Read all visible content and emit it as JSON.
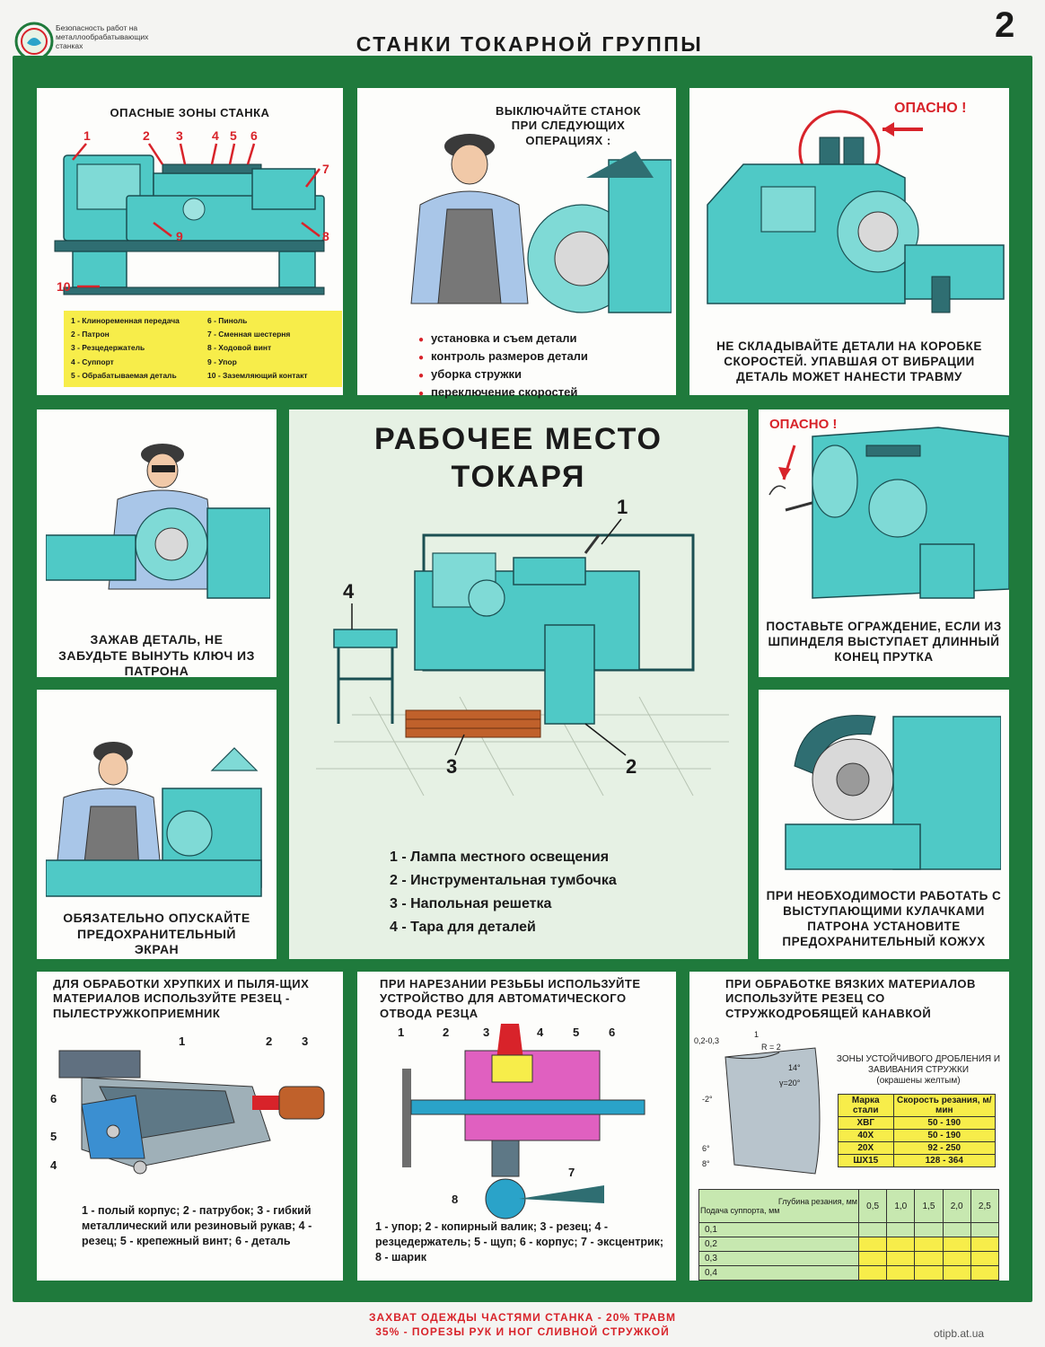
{
  "header": {
    "logo_text": "Безопасность работ на металлообрабатывающих станках",
    "title": "СТАНКИ ТОКАРНОЙ ГРУППЫ",
    "page_number": "2"
  },
  "panel_danger_zones": {
    "title": "ОПАСНЫЕ ЗОНЫ СТАНКА",
    "markers": [
      "1",
      "2",
      "3",
      "4",
      "5",
      "6",
      "7",
      "8",
      "9",
      "10"
    ],
    "legend": [
      "1 - Клиноременная передача",
      "6 - Пиноль",
      "2 - Патрон",
      "7 - Сменная шестерня",
      "3 - Резцедержатель",
      "8 - Ходовой винт",
      "4 - Суппорт",
      "9 - Упор",
      "5 - Обрабатываемая деталь",
      "10 - Заземляющий контакт"
    ]
  },
  "panel_switch_off": {
    "title": "ВЫКЛЮЧАЙТЕ СТАНОК ПРИ СЛЕДУЮЩИХ ОПЕРАЦИЯХ :",
    "items": [
      "установка и съем детали",
      "контроль размеров детали",
      "уборка стружки",
      "переключение скоростей"
    ]
  },
  "panel_gearbox": {
    "danger": "ОПАСНО !",
    "caption": "НЕ СКЛАДЫВАЙТЕ ДЕТАЛИ НА КОРОБКЕ СКОРОСТЕЙ. УПАВШАЯ ОТ ВИБРАЦИИ ДЕТАЛЬ МОЖЕТ НАНЕСТИ ТРАВМУ"
  },
  "panel_chuck_key": {
    "caption": "ЗАЖАВ ДЕТАЛЬ, НЕ ЗАБУДЬТЕ ВЫНУТЬ КЛЮЧ ИЗ ПАТРОНА"
  },
  "panel_workplace": {
    "title_line1": "РАБОЧЕЕ МЕСТО",
    "title_line2": "ТОКАРЯ",
    "markers": [
      "1",
      "2",
      "3",
      "4"
    ],
    "legend": [
      "1 - Лампа местного освещения",
      "2 - Инструментальная тумбочка",
      "3 - Напольная решетка",
      "4 - Тара для деталей"
    ]
  },
  "panel_guard": {
    "danger": "ОПАСНО !",
    "caption": "ПОСТАВЬТЕ ОГРАЖДЕНИЕ, ЕСЛИ ИЗ ШПИНДЕЛЯ ВЫСТУПАЕТ ДЛИННЫЙ КОНЕЦ ПРУТКА"
  },
  "panel_screen": {
    "caption": "ОБЯЗАТЕЛЬНО ОПУСКАЙТЕ ПРЕДОХРАНИТЕЛЬНЫЙ ЭКРАН"
  },
  "panel_cover": {
    "caption": "ПРИ НЕОБХОДИМОСТИ РАБОТАТЬ С ВЫСТУПАЮЩИМИ КУЛАЧКАМИ ПАТРОНА УСТАНОВИТЕ ПРЕДОХРАНИТЕЛЬНЫЙ КОЖУХ"
  },
  "panel_brittle": {
    "title": "ДЛЯ ОБРАБОТКИ ХРУПКИХ И ПЫЛЯ-ЩИХ МАТЕРИАЛОВ ИСПОЛЬЗУЙТЕ РЕЗЕЦ - ПЫЛЕСТРУЖКОПРИЕМНИК",
    "markers": [
      "1",
      "2",
      "3",
      "4",
      "5",
      "6"
    ],
    "legend": "1 - полый корпус; 2 - патрубок; 3 - гибкий металлический или резиновый рукав; 4 - резец; 5 - крепежный винт; 6 - деталь"
  },
  "panel_thread": {
    "title": "ПРИ НАРЕЗАНИИ РЕЗЬБЫ ИСПОЛЬЗУЙТЕ УСТРОЙСТВО ДЛЯ АВТОМАТИЧЕСКОГО ОТВОДА РЕЗЦА",
    "markers": [
      "1",
      "2",
      "3",
      "4",
      "5",
      "6",
      "7",
      "8"
    ],
    "legend": "1 - упор; 2 - копирный валик; 3 - резец; 4 - резцедержатель; 5 - щуп; 6 - корпус; 7 - эксцентрик; 8 - шарик"
  },
  "panel_viscous": {
    "title": "ПРИ ОБРАБОТКЕ ВЯЗКИХ МАТЕРИАЛОВ ИСПОЛЬЗУЙТЕ РЕЗЕЦ СО СТРУЖКОДРОБЯЩЕЙ КАНАВКОЙ",
    "angle_labels": [
      "0,2-0,3",
      "1",
      "R = 2",
      "14°",
      "γ=20°",
      "-2°",
      "6°",
      "8°"
    ],
    "zones_title": "ЗОНЫ УСТОЙЧИВОГО ДРОБЛЕНИЯ И ЗАВИВАНИЯ СТРУЖКИ",
    "zones_note": "(окрашены желтым)",
    "steel_table": {
      "headers": [
        "Марка стали",
        "Скорость резания, м/мин"
      ],
      "rows": [
        [
          "ХВГ",
          "50 - 190"
        ],
        [
          "40Х",
          "50 - 190"
        ],
        [
          "20Х",
          "92 - 250"
        ],
        [
          "ШХ15",
          "128 - 364"
        ]
      ]
    },
    "feed_table": {
      "depth_label": "Глубина резания, мм",
      "feed_label": "Подача суппорта, мм",
      "depths": [
        "0,5",
        "1,0",
        "1,5",
        "2,0",
        "2,5"
      ],
      "feeds": [
        "0,1",
        "0,2",
        "0,3",
        "0,4"
      ]
    }
  },
  "footer": {
    "line1": "ЗАХВАТ ОДЕЖДЫ ЧАСТЯМИ СТАНКА - 20% ТРАВМ",
    "line2": "35% - ПОРЕЗЫ РУК И НОГ СЛИВНОЙ СТРУЖКОЙ",
    "watermark": "otipb.at.ua"
  }
}
